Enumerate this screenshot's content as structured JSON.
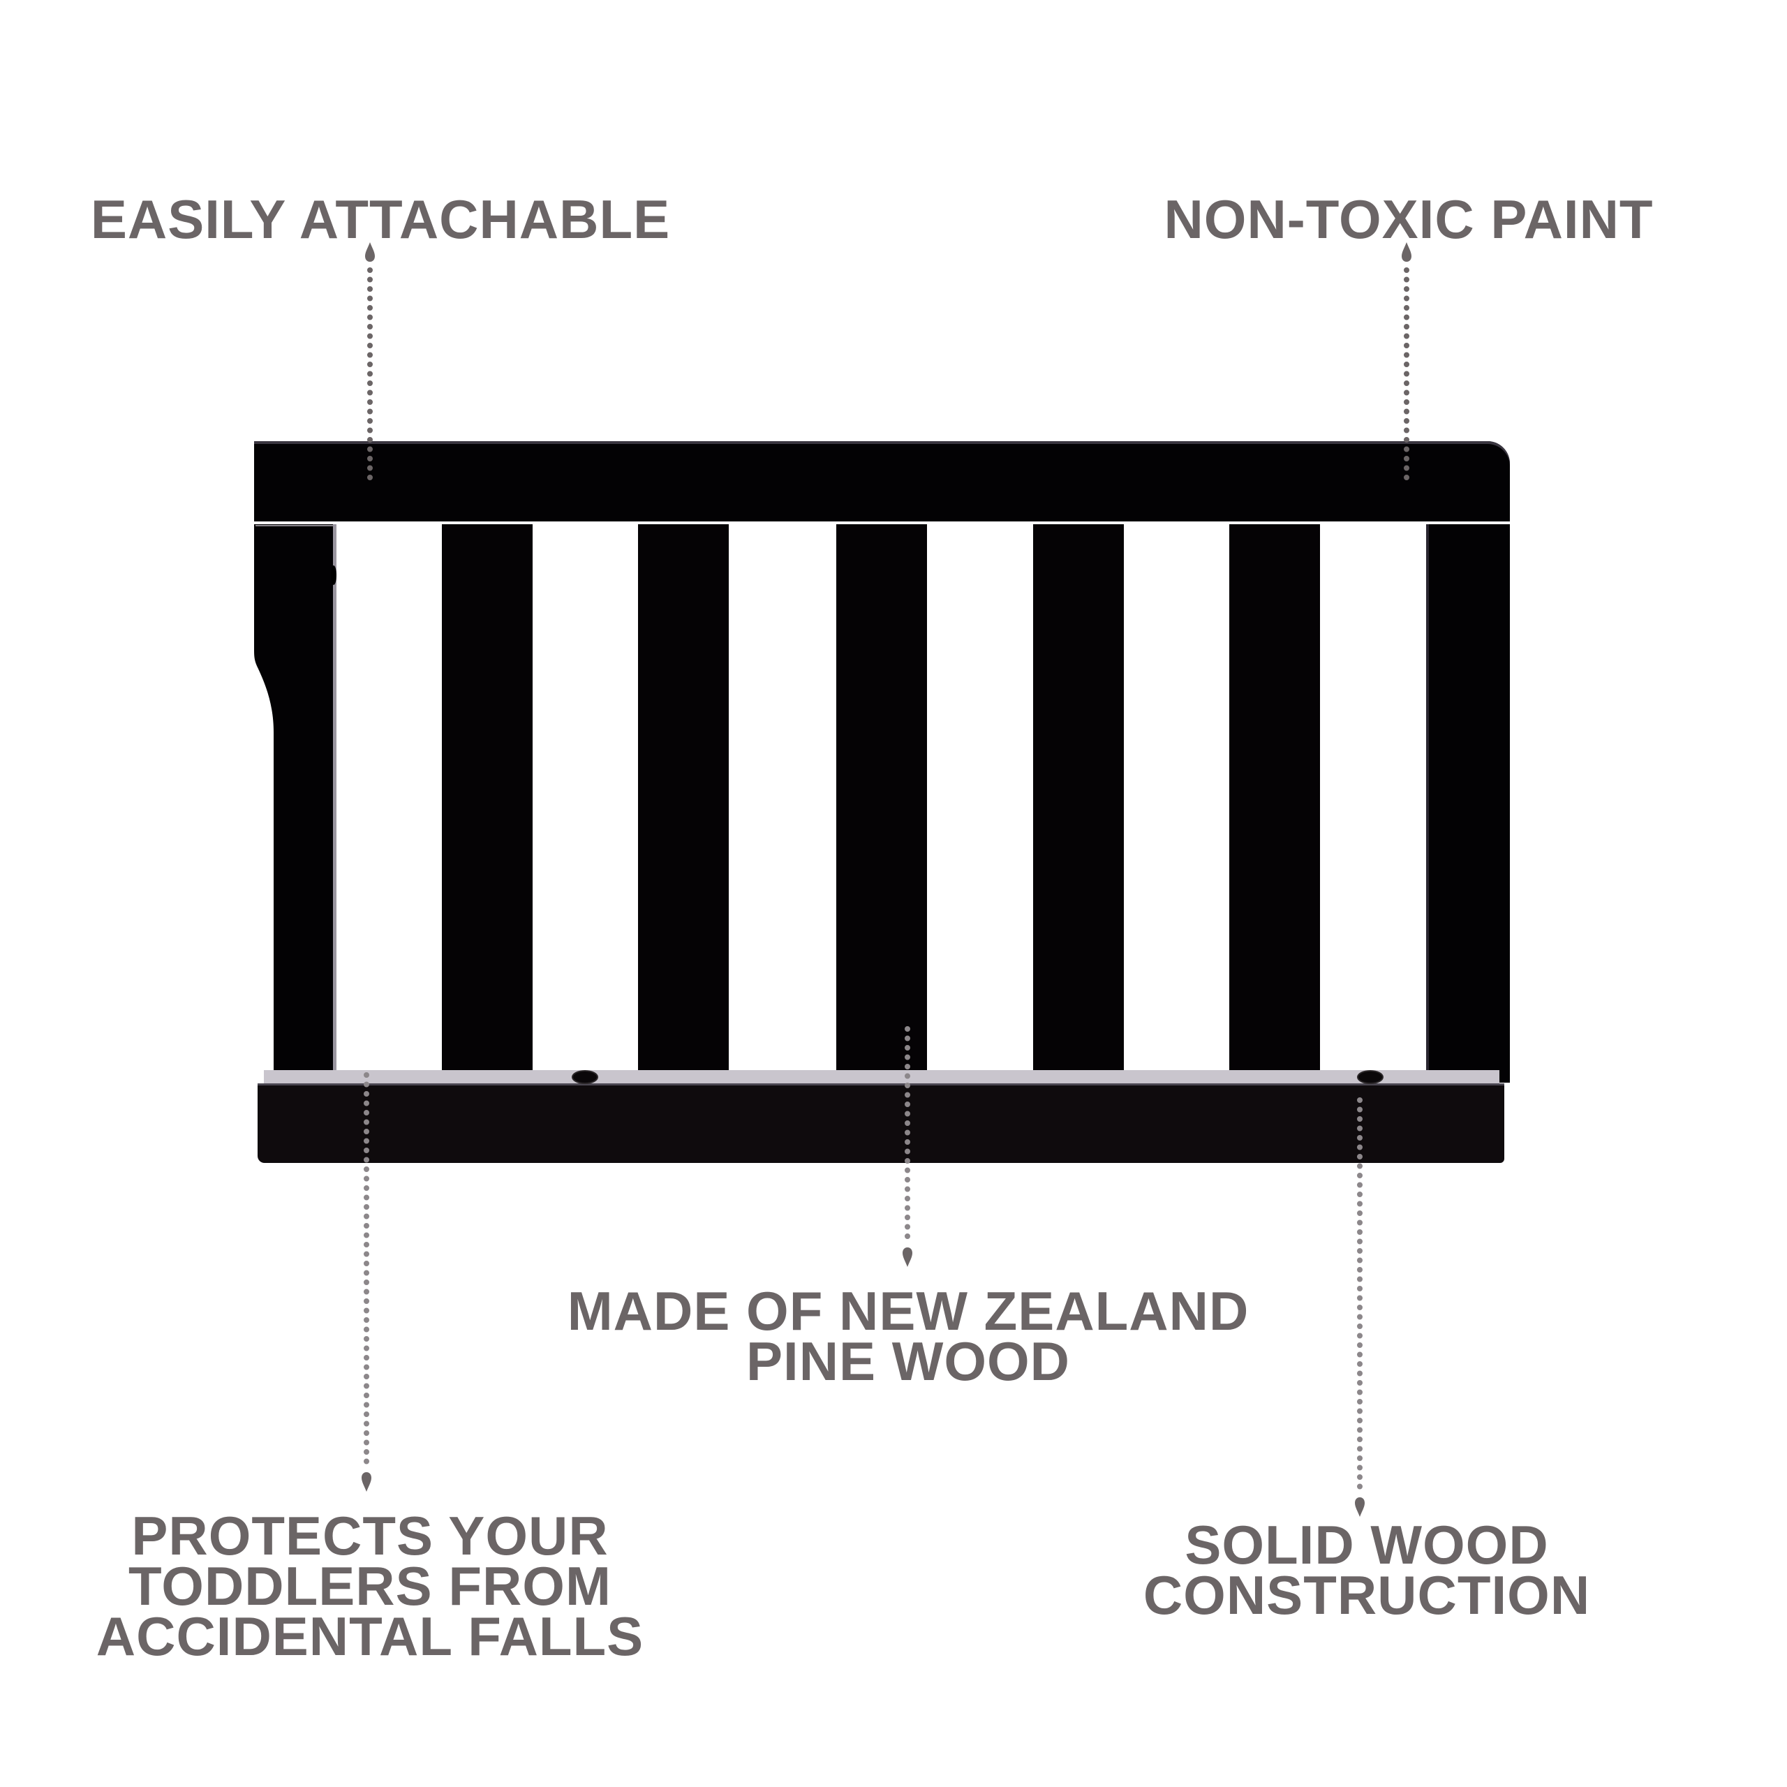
{
  "product": {
    "name": "toddler-guard-rail",
    "finish_color": "#030204",
    "label_color": "#6b6566"
  },
  "callouts": {
    "top_left": {
      "lines": [
        "EASILY ATTACHABLE"
      ]
    },
    "top_right": {
      "lines": [
        "NON-TOXIC PAINT"
      ]
    },
    "bottom_center": {
      "lines": [
        "MADE OF NEW ZEALAND",
        "PINE WOOD"
      ]
    },
    "bottom_left": {
      "lines": [
        "PROTECTS YOUR",
        "TODDLERS FROM",
        "ACCIDENTAL FALLS"
      ]
    },
    "bottom_right": {
      "lines": [
        "SOLID WOOD",
        "CONSTRUCTION"
      ]
    }
  },
  "icons": {
    "pointer": "dotted-arrow-icon"
  }
}
